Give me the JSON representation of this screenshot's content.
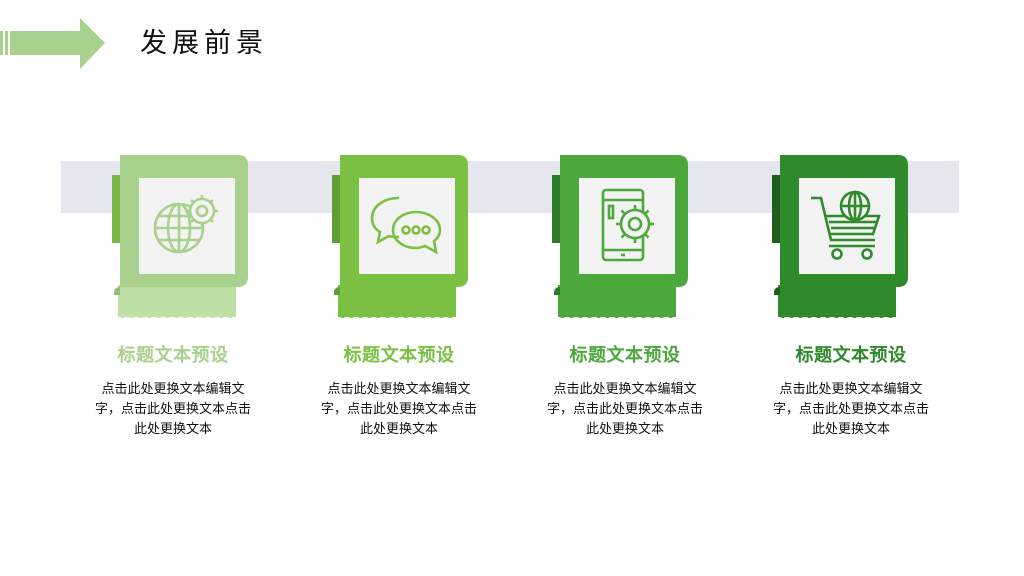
{
  "page": {
    "title": "发展前景"
  },
  "colors": {
    "arrow": "#a9d18e",
    "band": "#e6e6ee",
    "card1": "#a9d18e",
    "card2": "#7ac143",
    "card3": "#4ca83b",
    "card4": "#2f8a2c"
  },
  "cards": [
    {
      "icon": "globe-gear-icon",
      "title": "标题文本预设",
      "desc": "点击此处更换文本编辑文字，点击此处更换文本点击此处更换文本"
    },
    {
      "icon": "chat-bubbles-icon",
      "title": "标题文本预设",
      "desc": "点击此处更换文本编辑文字，点击此处更换文本点击此处更换文本"
    },
    {
      "icon": "tablet-gear-icon",
      "title": "标题文本预设",
      "desc": "点击此处更换文本编辑文字，点击此处更换文本点击此处更换文本"
    },
    {
      "icon": "shopping-cart-globe-icon",
      "title": "标题文本预设",
      "desc": "点击此处更换文本编辑文字，点击此处更换文本点击此处更换文本"
    }
  ]
}
